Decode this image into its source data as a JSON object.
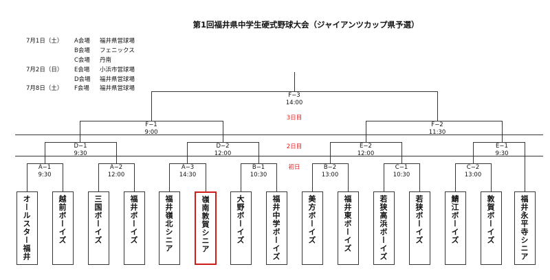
{
  "title": "第1回福井県中学生硬式野球大会（ジャイアンツカップ県予選）",
  "schedule": [
    {
      "date": "7月1日（土）",
      "venue": "A会場",
      "place": "福井県営球場"
    },
    {
      "date": "",
      "venue": "B会場",
      "place": "フェニックス"
    },
    {
      "date": "",
      "venue": "C会場",
      "place": "丹南"
    },
    {
      "date": "7月2日（日）",
      "venue": "E会場",
      "place": "小浜市営球場"
    },
    {
      "date": "",
      "venue": "D会場",
      "place": "福井県営球場"
    },
    {
      "date": "7月8日（土）",
      "venue": "F会場",
      "place": "福井県営球場"
    }
  ],
  "days": {
    "day3": "3日目",
    "day2": "2日目",
    "day1": "初日"
  },
  "colors": {
    "highlight": "#d01a1a",
    "day_label": "#dd2222"
  },
  "games": {
    "F3": {
      "id": "F−3",
      "time": "14:00"
    },
    "F1": {
      "id": "F−1",
      "time": "9:00"
    },
    "F2": {
      "id": "F−2",
      "time": "11:30"
    },
    "D1": {
      "id": "D−1",
      "time": "9:30"
    },
    "D2": {
      "id": "D−2",
      "time": "12:00"
    },
    "E2": {
      "id": "E−2",
      "time": "12:00"
    },
    "E1": {
      "id": "E−1",
      "time": "9:30"
    },
    "A1": {
      "id": "A−1",
      "time": "9:30"
    },
    "A2": {
      "id": "A−2",
      "time": "12:00"
    },
    "A3": {
      "id": "A−3",
      "time": "14:30"
    },
    "B1": {
      "id": "B−1",
      "time": "10:30"
    },
    "B2": {
      "id": "B−2",
      "time": "13:00"
    },
    "C1": {
      "id": "C−1",
      "time": "10:30"
    },
    "C2": {
      "id": "C−2",
      "time": "13:00"
    }
  },
  "teams": [
    "オールスター福井",
    "越前ボーイズ",
    "三国ボーイズ",
    "福井ボーイズ",
    "福井嶺北シニア",
    "嶺南敦賀シニア",
    "大野ボーイズ",
    "福井中学ボーイズ",
    "美方ボーイズ",
    "福井東ボーイズ",
    "若狭高浜ボーイズ",
    "若狭ボーイズ",
    "鯖江ボーイズ",
    "敦賀ボーイズ",
    "福井永平寺シニア"
  ]
}
